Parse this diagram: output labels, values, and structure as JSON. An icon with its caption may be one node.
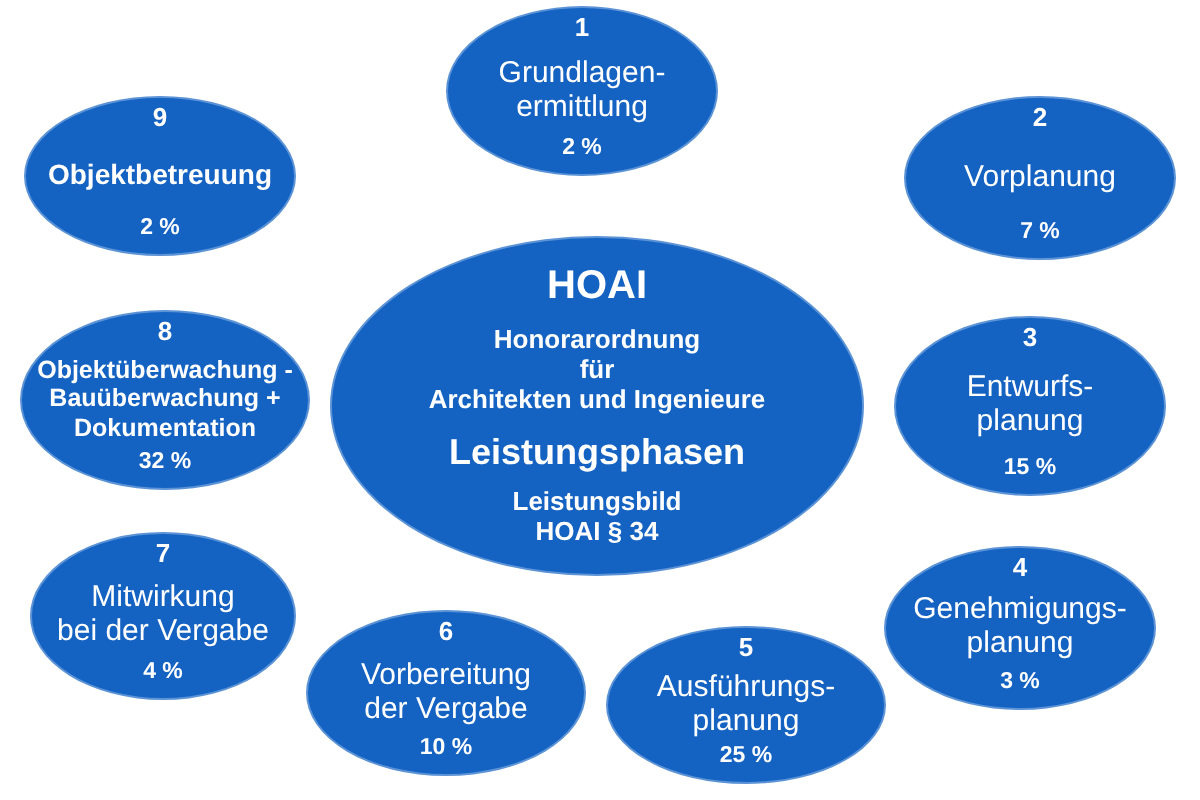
{
  "diagram": {
    "nodes": [
      {
        "text": [
          "HOAI",
          "Honorarordnung für Architekten und Ingenieure",
          "Leistungsphasen",
          "Leistungsbild HOAI § 34"
        ]
      },
      {
        "text": [
          "1",
          "Grundlagen- ermittlung",
          "2 %"
        ]
      },
      {
        "text": [
          "2",
          "Vorplanung",
          "7 %"
        ]
      },
      {
        "text": [
          "3",
          "Entwurfs- planung",
          "15 %"
        ]
      },
      {
        "text": [
          "4",
          "Genehmigungs- planung",
          "3 %"
        ]
      },
      {
        "text": [
          "5",
          "Ausführungs- planung",
          "25 %"
        ]
      },
      {
        "text": [
          "6",
          "Vorbereitung der Vergabe",
          "10 %"
        ]
      },
      {
        "text": [
          "7",
          "Mitwirkung bei der Vergabe",
          "4 %"
        ]
      },
      {
        "text": [
          "8",
          "Objektüberwachung - Bauüberwachung + Dokumentation",
          "32 %"
        ]
      },
      {
        "text": [
          "9",
          "Objektbetreuung",
          "2 %"
        ]
      }
    ]
  }
}
